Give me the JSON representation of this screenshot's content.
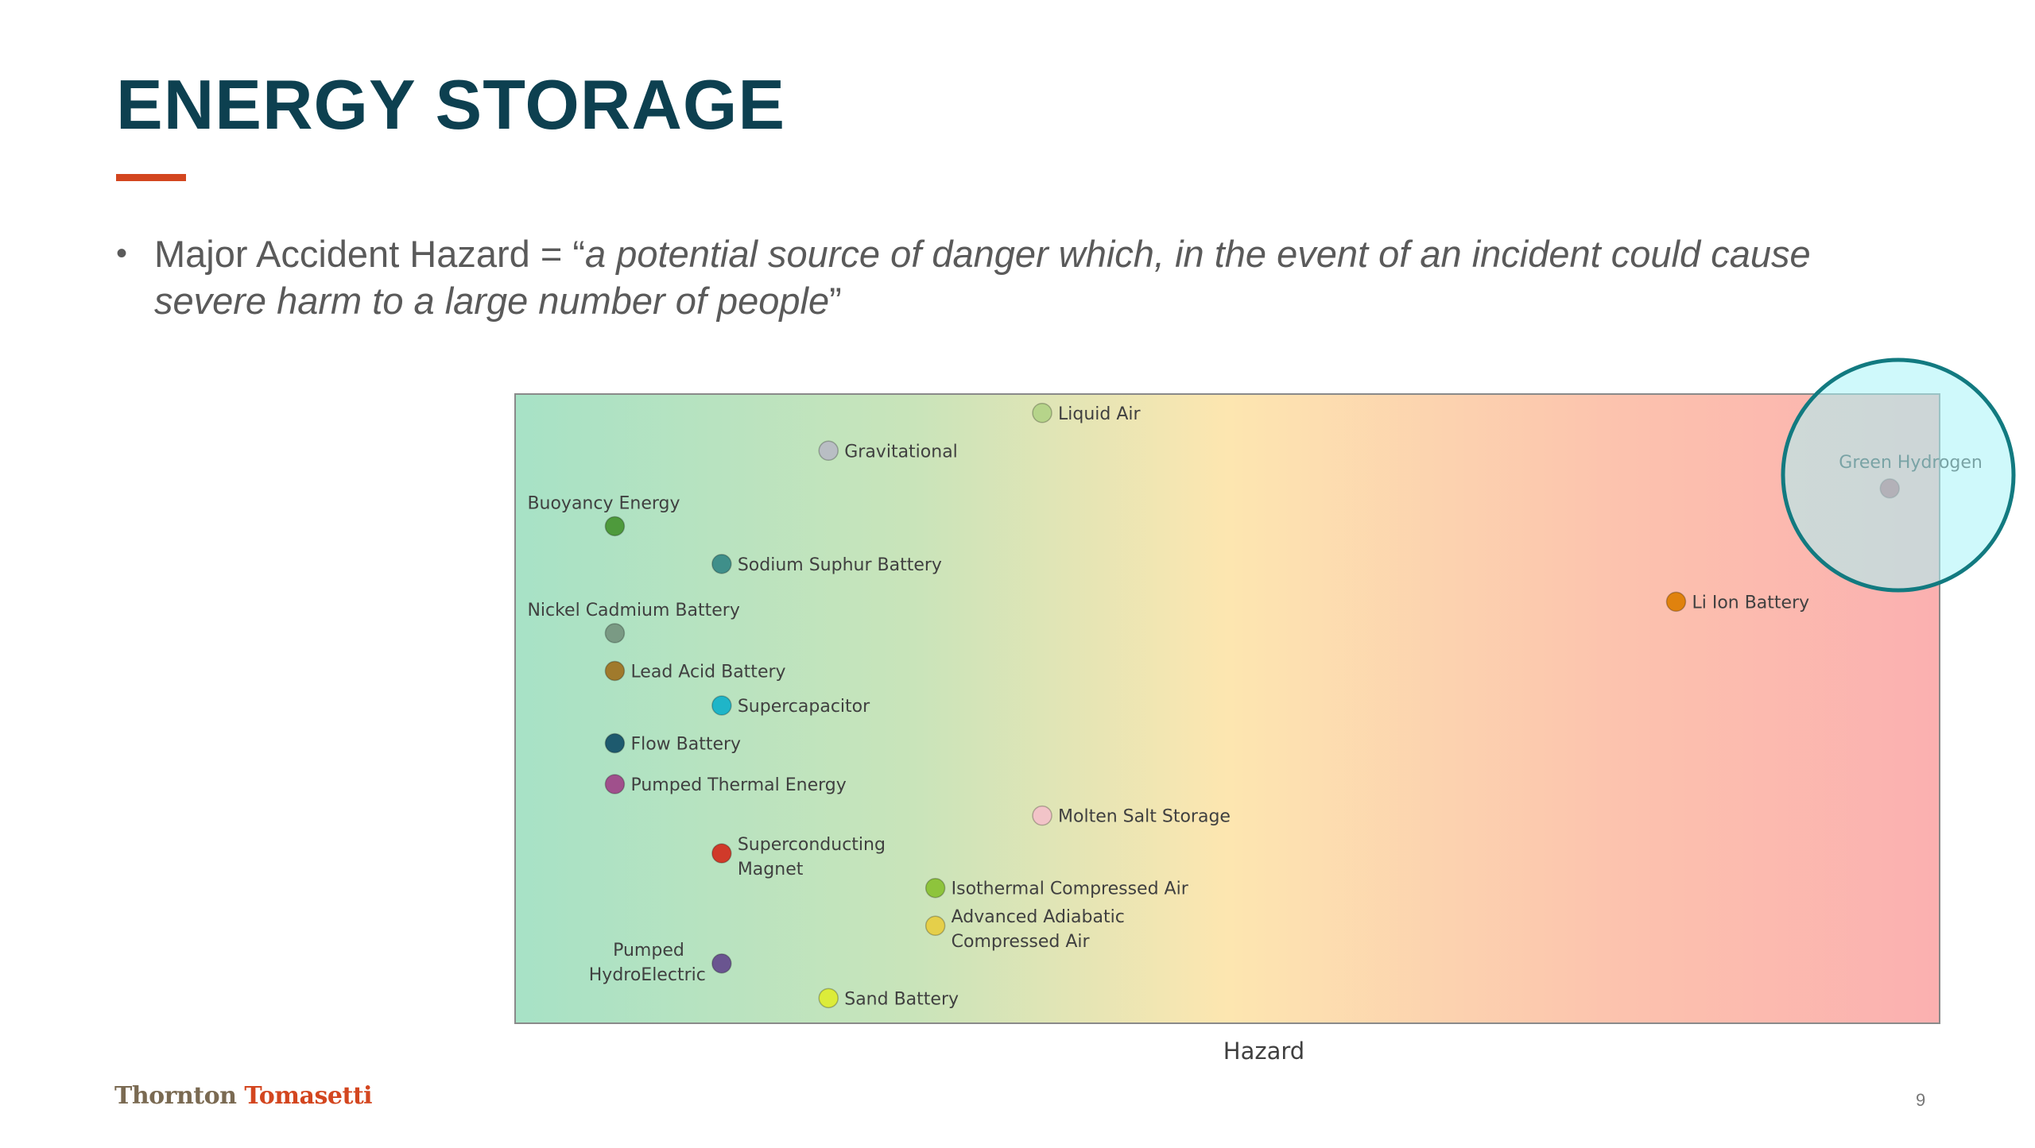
{
  "slide": {
    "title": "ENERGY STORAGE",
    "bullet_prefix": "Major Accident Hazard = “",
    "bullet_italic": "a potential source of danger which, in the event of an incident could cause severe harm to a large number of people",
    "bullet_suffix": "”",
    "logo_word1": "Thornton",
    "logo_word2": "Tomasetti",
    "page_number": "9"
  },
  "colors": {
    "title": "#0d4050",
    "accent_rule": "#d3461f",
    "highlight_circle_stroke": "#127a80",
    "highlight_circle_fill": "#a8f4f8",
    "gradient": [
      "#a7e2c6",
      "#c9e4ba",
      "#fde6b0",
      "#fcc2ae",
      "#fbb0b0"
    ]
  },
  "chart_data": {
    "type": "scatter",
    "xlabel": "Hazard",
    "ylabel": "",
    "xlim": [
      0,
      100
    ],
    "ylim": [
      0,
      100
    ],
    "grid": false,
    "background": "green-to-red gradient along Hazard axis",
    "highlight": {
      "target": "Green Hydrogen",
      "shape": "circle"
    },
    "points": [
      {
        "label": "Liquid Air",
        "x": 37,
        "y": 97,
        "color": "#b6d48a",
        "labelPos": "right"
      },
      {
        "label": "Gravitational",
        "x": 22,
        "y": 91,
        "color": "#b9bec4",
        "labelPos": "right"
      },
      {
        "label": "Buoyancy Energy",
        "x": 7,
        "y": 79,
        "color": "#4e9a3c",
        "labelPos": "above"
      },
      {
        "label": "Sodium Suphur Battery",
        "x": 14.5,
        "y": 73,
        "color": "#3f8f8a",
        "labelPos": "right"
      },
      {
        "label": "Nickel Cadmium Battery",
        "x": 7,
        "y": 62,
        "color": "#7a9a84",
        "labelPos": "above"
      },
      {
        "label": "Lead Acid Battery",
        "x": 7,
        "y": 56,
        "color": "#a07a2c",
        "labelPos": "right"
      },
      {
        "label": "Supercapacitor",
        "x": 14.5,
        "y": 50.5,
        "color": "#1fb5c8",
        "labelPos": "right"
      },
      {
        "label": "Flow Battery",
        "x": 7,
        "y": 44.5,
        "color": "#1e5a6e",
        "labelPos": "right"
      },
      {
        "label": "Pumped Thermal Energy",
        "x": 7,
        "y": 38,
        "color": "#a0508c",
        "labelPos": "right"
      },
      {
        "label": "Molten Salt Storage",
        "x": 37,
        "y": 33,
        "color": "#f2c4c8",
        "labelPos": "right"
      },
      {
        "label": "Superconducting Magnet",
        "x": 14.5,
        "y": 27,
        "color": "#d03a2a",
        "labelPos": "right2"
      },
      {
        "label": "Isothermal Compressed Air",
        "x": 29.5,
        "y": 21.5,
        "color": "#8ec43c",
        "labelPos": "right"
      },
      {
        "label": "Advanced Adiabatic Compressed Air",
        "x": 29.5,
        "y": 15.5,
        "color": "#e5cf4a",
        "labelPos": "right2"
      },
      {
        "label": "Pumped HydroElectric",
        "x": 14.5,
        "y": 9.5,
        "color": "#6a5590",
        "labelPos": "left2"
      },
      {
        "label": "Sand Battery",
        "x": 22,
        "y": 4,
        "color": "#dcec3a",
        "labelPos": "right"
      },
      {
        "label": "Li Ion Battery",
        "x": 81.5,
        "y": 67,
        "color": "#e0820e",
        "labelPos": "right"
      },
      {
        "label": "Green Hydrogen",
        "x": 96.5,
        "y": 85,
        "color": "#c0606a",
        "labelPos": "above"
      }
    ]
  }
}
